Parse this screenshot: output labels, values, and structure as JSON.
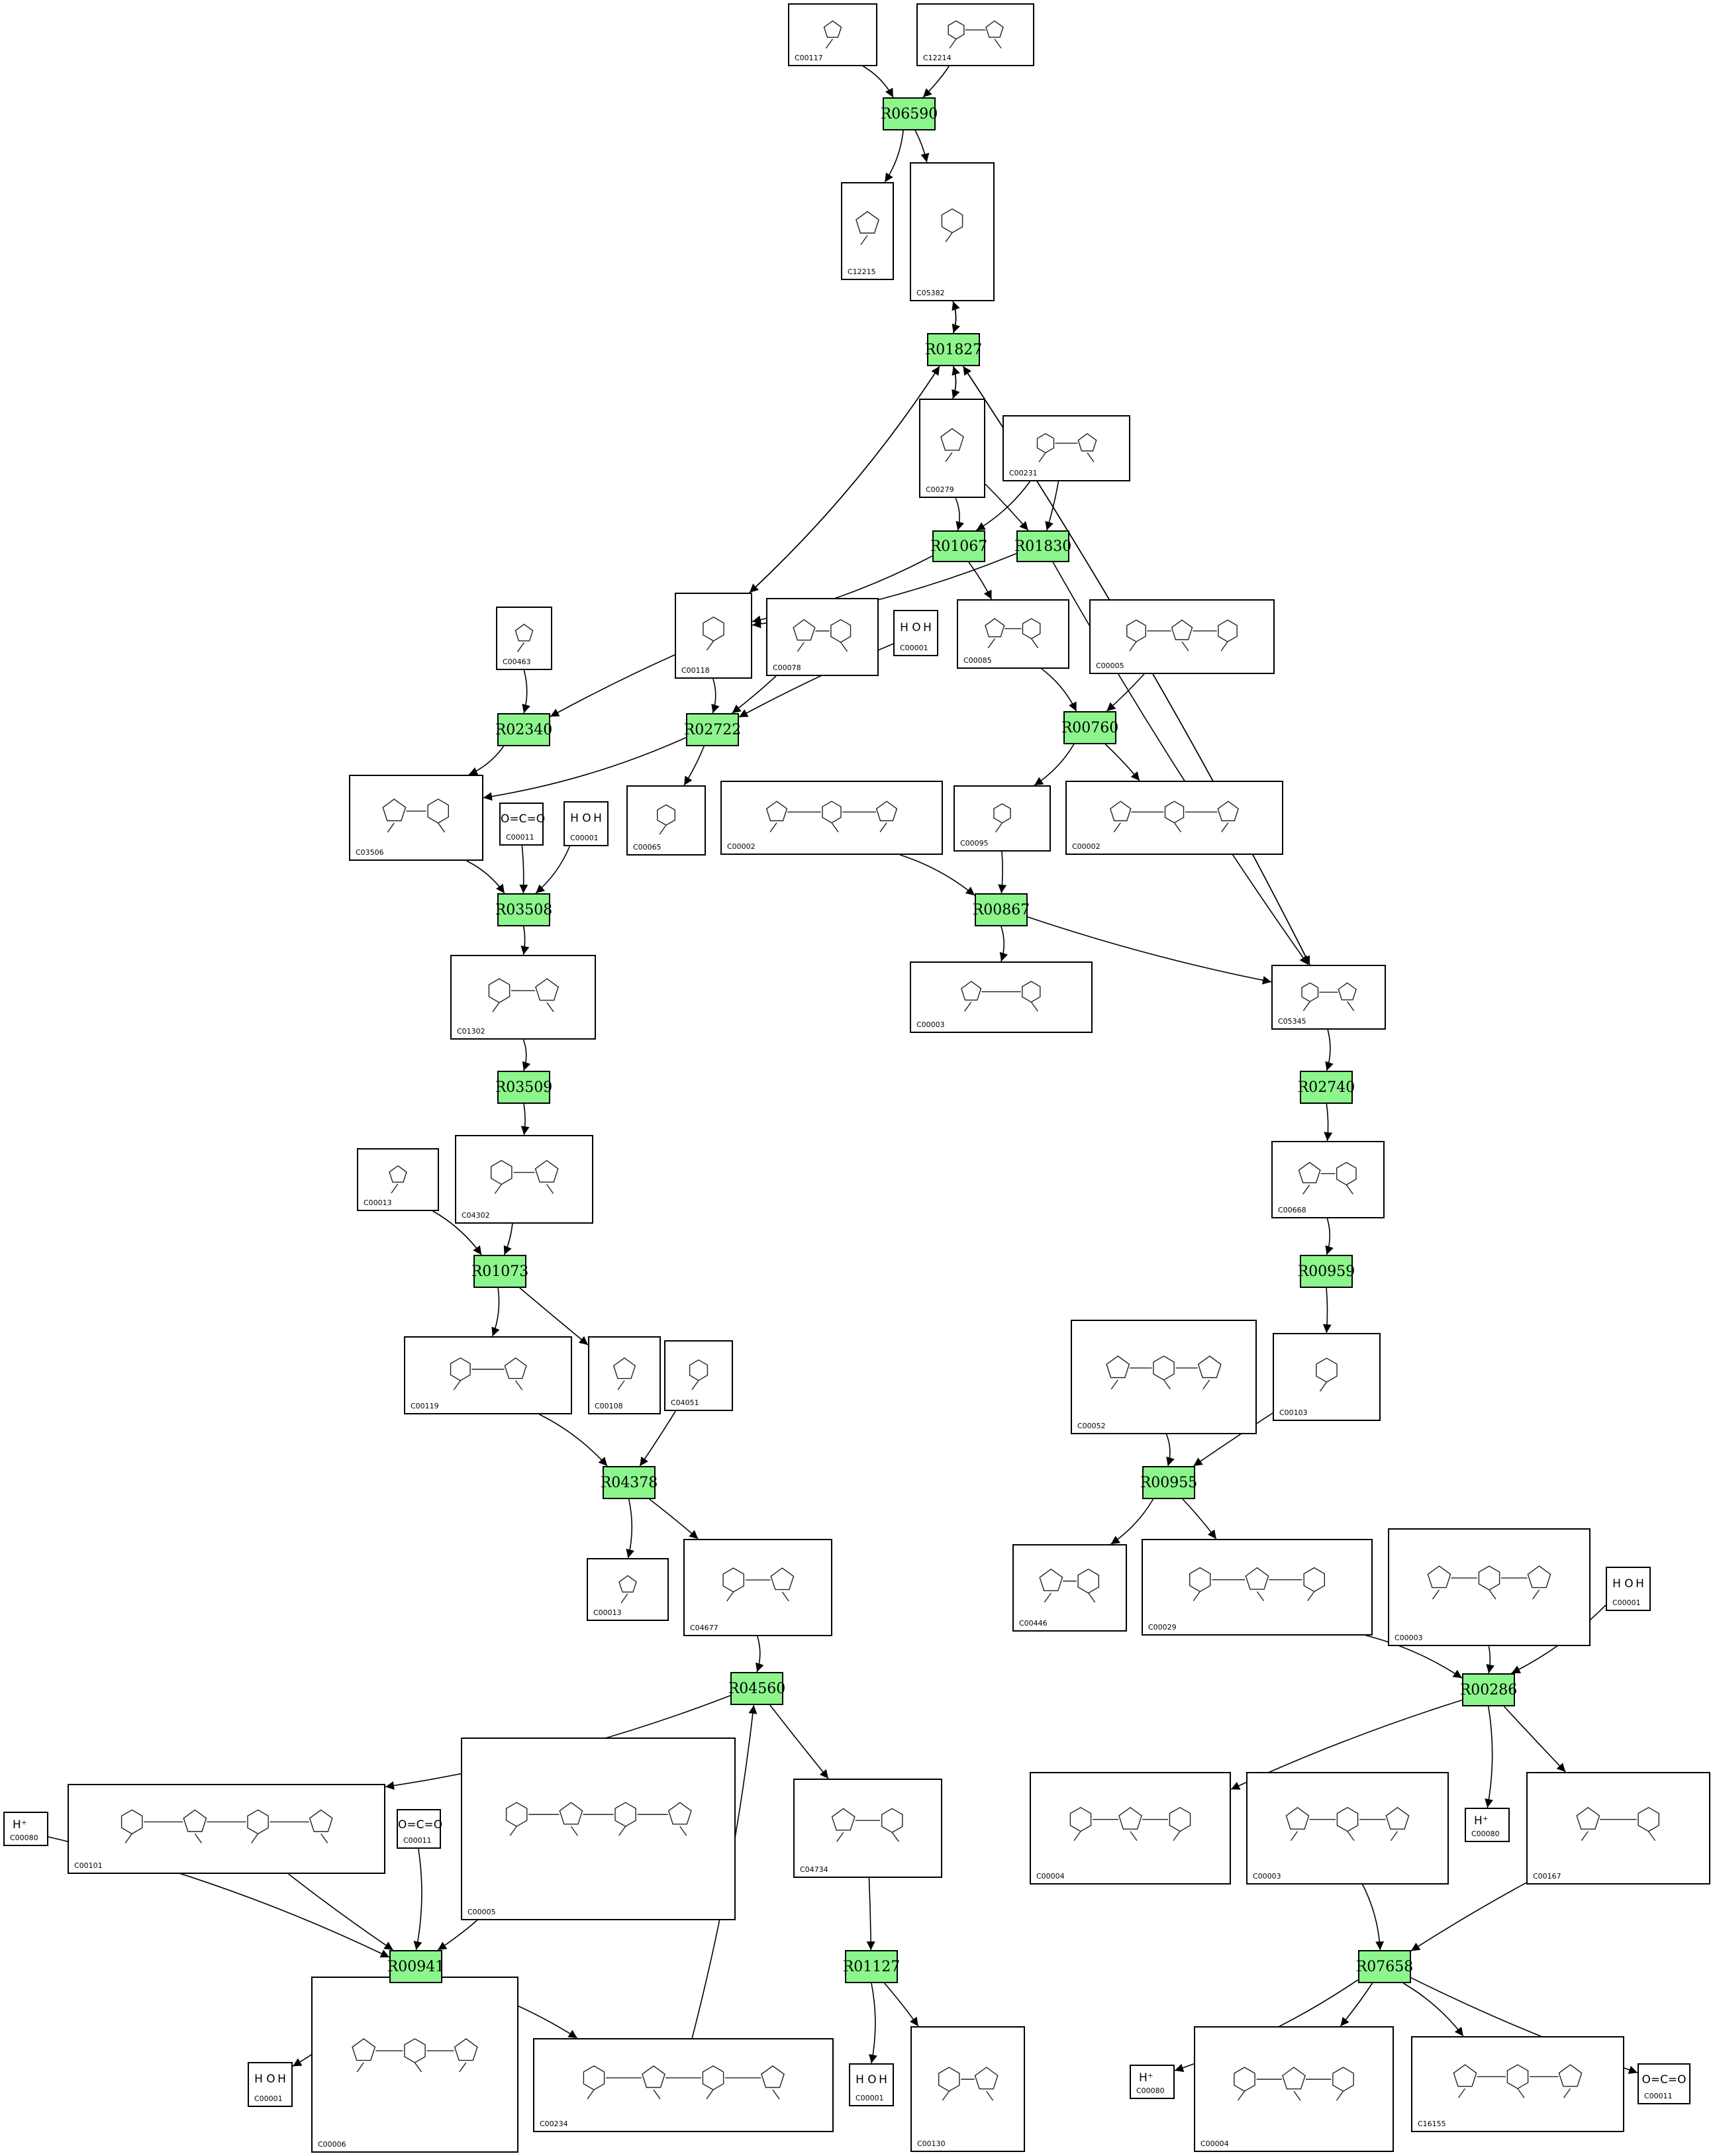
{
  "reactions": [
    "R06590",
    "R01827",
    "R01067",
    "R01830",
    "R02340",
    "R02722",
    "R00760",
    "R03508",
    "R00867",
    "R03509",
    "R02740",
    "R01073",
    "R00959",
    "R04378",
    "R00955",
    "R04560",
    "R00286",
    "R00941",
    "R01127",
    "R07658"
  ],
  "compounds": {
    "c_C00117": {
      "id": "C00117"
    },
    "c_C12214": {
      "id": "C12214"
    },
    "c_C12215": {
      "id": "C12215"
    },
    "c_C05382": {
      "id": "C05382"
    },
    "c_C00279": {
      "id": "C00279"
    },
    "c_C00231": {
      "id": "C00231"
    },
    "c_C00463": {
      "id": "C00463"
    },
    "c_C00118": {
      "id": "C00118"
    },
    "c_C00078": {
      "id": "C00078"
    },
    "c_C00001_a": {
      "id": "C00001",
      "formula": "H O H"
    },
    "c_C00085": {
      "id": "C00085"
    },
    "c_C00005": {
      "id": "C00005"
    },
    "c_C03506": {
      "id": "C03506"
    },
    "c_C00011_a": {
      "id": "C00011",
      "formula": "O=C=O"
    },
    "c_C00001_b": {
      "id": "C00001",
      "formula": "H O H"
    },
    "c_C00065": {
      "id": "C00065"
    },
    "c_C00002_a": {
      "id": "C00002"
    },
    "c_C00095": {
      "id": "C00095"
    },
    "c_C00002_b": {
      "id": "C00002"
    },
    "c_C01302": {
      "id": "C01302"
    },
    "c_C00003_a": {
      "id": "C00003"
    },
    "c_C05345": {
      "id": "C05345"
    },
    "c_C00013_a": {
      "id": "C00013"
    },
    "c_C04302": {
      "id": "C04302"
    },
    "c_C00668": {
      "id": "C00668"
    },
    "c_C00119": {
      "id": "C00119"
    },
    "c_C00108": {
      "id": "C00108"
    },
    "c_C04051": {
      "id": "C04051"
    },
    "c_C00052": {
      "id": "C00052"
    },
    "c_C00103": {
      "id": "C00103"
    },
    "c_C00013_b": {
      "id": "C00013"
    },
    "c_C04677": {
      "id": "C04677"
    },
    "c_C00446": {
      "id": "C00446"
    },
    "c_C00029": {
      "id": "C00029"
    },
    "c_C00003_b": {
      "id": "C00003"
    },
    "c_C00001_c": {
      "id": "C00001",
      "formula": "H O H"
    },
    "c_C00080_a": {
      "id": "C00080",
      "formula": "H⁺"
    },
    "c_C00101": {
      "id": "C00101"
    },
    "c_C00011_b": {
      "id": "C00011",
      "formula": "O=C=O"
    },
    "c_C00005_b": {
      "id": "C00005"
    },
    "c_C04734": {
      "id": "C04734"
    },
    "c_C00004_a": {
      "id": "C00004"
    },
    "c_C00003_c": {
      "id": "C00003"
    },
    "c_C00080_b": {
      "id": "C00080",
      "formula": "H⁺"
    },
    "c_C00167": {
      "id": "C00167"
    },
    "c_C00001_d": {
      "id": "C00001",
      "formula": "H O H"
    },
    "c_C00006": {
      "id": "C00006"
    },
    "c_C00234": {
      "id": "C00234"
    },
    "c_C00001_e": {
      "id": "C00001",
      "formula": "H O H"
    },
    "c_C00130": {
      "id": "C00130"
    },
    "c_C00080_c": {
      "id": "C00080",
      "formula": "H⁺"
    },
    "c_C00004_b": {
      "id": "C00004"
    },
    "c_C16155": {
      "id": "C16155"
    },
    "c_C00011_c": {
      "id": "C00011",
      "formula": "O=C=O"
    }
  },
  "edges": [
    [
      "c_C00117",
      "R06590"
    ],
    [
      "c_C12214",
      "R06590"
    ],
    [
      "R06590",
      "c_C12215"
    ],
    [
      "R06590",
      "c_C05382"
    ],
    [
      "c_C05382",
      "R01827"
    ],
    [
      "R01827",
      "c_C05382"
    ],
    [
      "R01827",
      "c_C00279"
    ],
    [
      "c_C00279",
      "R01827"
    ],
    [
      "R01827",
      "c_C00118"
    ],
    [
      "c_C00118",
      "R01827"
    ],
    [
      "R01827",
      "c_C05345"
    ],
    [
      "c_C05345",
      "R01827"
    ],
    [
      "c_C00279",
      "R01067"
    ],
    [
      "c_C00279",
      "R01830"
    ],
    [
      "c_C00231",
      "R01067"
    ],
    [
      "c_C00231",
      "R01830"
    ],
    [
      "R01067",
      "c_C00118"
    ],
    [
      "R01067",
      "c_C00085"
    ],
    [
      "R01830",
      "c_C00118"
    ],
    [
      "R01830",
      "c_C05345"
    ],
    [
      "c_C00463",
      "R02340"
    ],
    [
      "c_C00118",
      "R02340"
    ],
    [
      "R02340",
      "c_C03506"
    ],
    [
      "c_C00078",
      "R02722"
    ],
    [
      "c_C00118",
      "R02722"
    ],
    [
      "c_C00001_a",
      "R02722"
    ],
    [
      "R02722",
      "c_C03506"
    ],
    [
      "R02722",
      "c_C00065"
    ],
    [
      "c_C00085",
      "R00760"
    ],
    [
      "c_C00005",
      "R00760"
    ],
    [
      "R00760",
      "c_C00095"
    ],
    [
      "R00760",
      "c_C00002_b"
    ],
    [
      "c_C03506",
      "R03508"
    ],
    [
      "c_C00011_a",
      "R03508"
    ],
    [
      "c_C00001_b",
      "R03508"
    ],
    [
      "R03508",
      "c_C01302"
    ],
    [
      "c_C00002_a",
      "R00867"
    ],
    [
      "c_C00095",
      "R00867"
    ],
    [
      "R00867",
      "c_C00003_a"
    ],
    [
      "R00867",
      "c_C05345"
    ],
    [
      "c_C01302",
      "R03509"
    ],
    [
      "R03509",
      "c_C04302"
    ],
    [
      "c_C05345",
      "R02740"
    ],
    [
      "R02740",
      "c_C00668"
    ],
    [
      "c_C00013_a",
      "R01073"
    ],
    [
      "c_C04302",
      "R01073"
    ],
    [
      "R01073",
      "c_C00119"
    ],
    [
      "R01073",
      "c_C00108"
    ],
    [
      "c_C00668",
      "R00959"
    ],
    [
      "R00959",
      "c_C00103"
    ],
    [
      "c_C00119",
      "R04378"
    ],
    [
      "c_C04051",
      "R04378"
    ],
    [
      "R04378",
      "c_C00013_b"
    ],
    [
      "R04378",
      "c_C04677"
    ],
    [
      "c_C00052",
      "R00955"
    ],
    [
      "c_C00103",
      "R00955"
    ],
    [
      "R00955",
      "c_C00446"
    ],
    [
      "R00955",
      "c_C00029"
    ],
    [
      "c_C04677",
      "R04560"
    ],
    [
      "c_C00234",
      "R04560"
    ],
    [
      "R04560",
      "c_C00101"
    ],
    [
      "R04560",
      "c_C04734"
    ],
    [
      "c_C00029",
      "R00286"
    ],
    [
      "c_C00003_b",
      "R00286"
    ],
    [
      "c_C00001_c",
      "R00286"
    ],
    [
      "R00286",
      "c_C00004_a"
    ],
    [
      "R00286",
      "c_C00080_b"
    ],
    [
      "R00286",
      "c_C00167"
    ],
    [
      "c_C00080_a",
      "R00941"
    ],
    [
      "c_C00101",
      "R00941"
    ],
    [
      "c_C00011_b",
      "R00941"
    ],
    [
      "c_C00005_b",
      "R00941"
    ],
    [
      "R00941",
      "c_C00001_d"
    ],
    [
      "R00941",
      "c_C00006"
    ],
    [
      "R00941",
      "c_C00234"
    ],
    [
      "c_C04734",
      "R01127"
    ],
    [
      "R01127",
      "c_C00001_e"
    ],
    [
      "R01127",
      "c_C00130"
    ],
    [
      "c_C00003_c",
      "R07658"
    ],
    [
      "c_C00167",
      "R07658"
    ],
    [
      "R07658",
      "c_C00080_c"
    ],
    [
      "R07658",
      "c_C00004_b"
    ],
    [
      "R07658",
      "c_C16155"
    ],
    [
      "R07658",
      "c_C00011_c"
    ]
  ]
}
